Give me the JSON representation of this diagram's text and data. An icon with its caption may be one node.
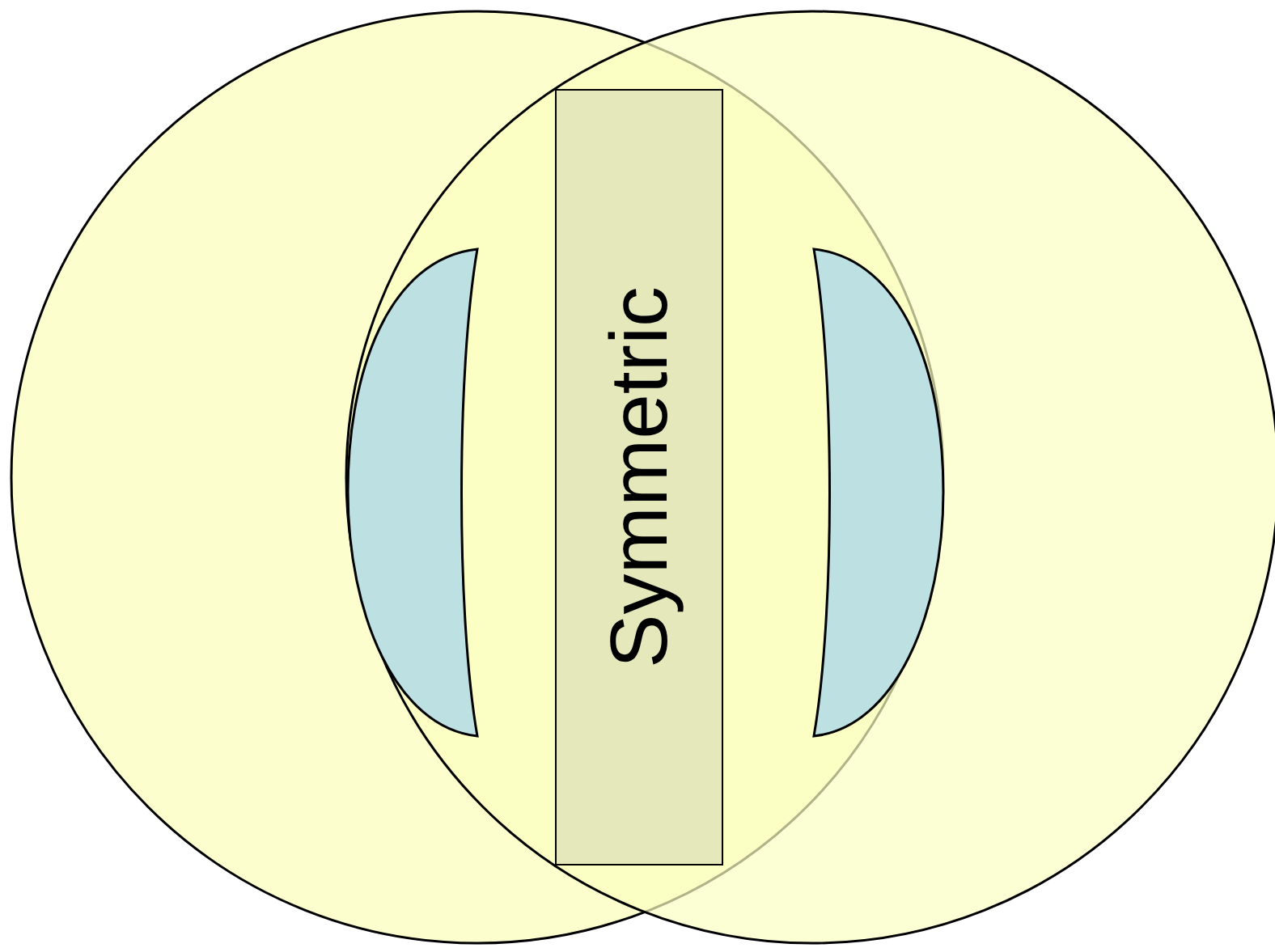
{
  "diagram": {
    "nodes": [
      {
        "text": [],
        "shape": "circle"
      },
      {
        "text": [],
        "shape": "circle"
      },
      {
        "text": [
          "Symmetric"
        ]
      },
      {
        "text": [],
        "shape": "lens"
      },
      {
        "text": [],
        "shape": "lens"
      }
    ]
  }
}
